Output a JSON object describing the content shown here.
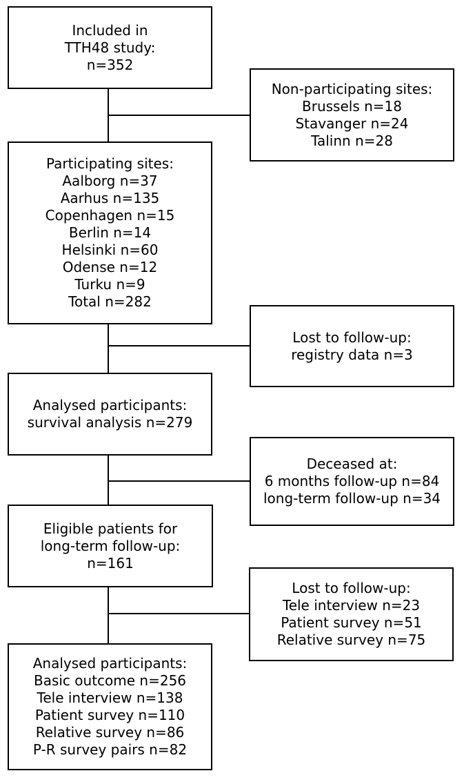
{
  "flowchart": {
    "included": [
      "Included in",
      "TTH48 study:",
      "n=352"
    ],
    "non_participating": [
      "Non-participating sites:",
      "Brussels n=18",
      "Stavanger n=24",
      "Talinn n=28"
    ],
    "participating": [
      "Participating sites:",
      "Aalborg n=37",
      "Aarhus n=135",
      "Copenhagen n=15",
      "Berlin n=14",
      "Helsinki n=60",
      "Odense n=12",
      "Turku n=9",
      "Total n=282"
    ],
    "lost_registry": [
      "Lost to follow-up:",
      "registry data n=3"
    ],
    "analysed_survival": [
      "Analysed participants:",
      "survival analysis n=279"
    ],
    "deceased": [
      "Deceased at:",
      "6 months follow-up n=84",
      "long-term follow-up n=34"
    ],
    "eligible": [
      "Eligible patients for",
      "long-term follow-up:",
      "n=161"
    ],
    "lost_followup": [
      "Lost to follow-up:",
      "Tele interview n=23",
      "Patient survey n=51",
      "Relative survey n=75"
    ],
    "analysed_final": [
      "Analysed participants:",
      "Basic outcome n=256",
      "Tele interview n=138",
      "Patient survey n=110",
      "Relative survey n=86",
      "P-R survey pairs n=82"
    ]
  }
}
